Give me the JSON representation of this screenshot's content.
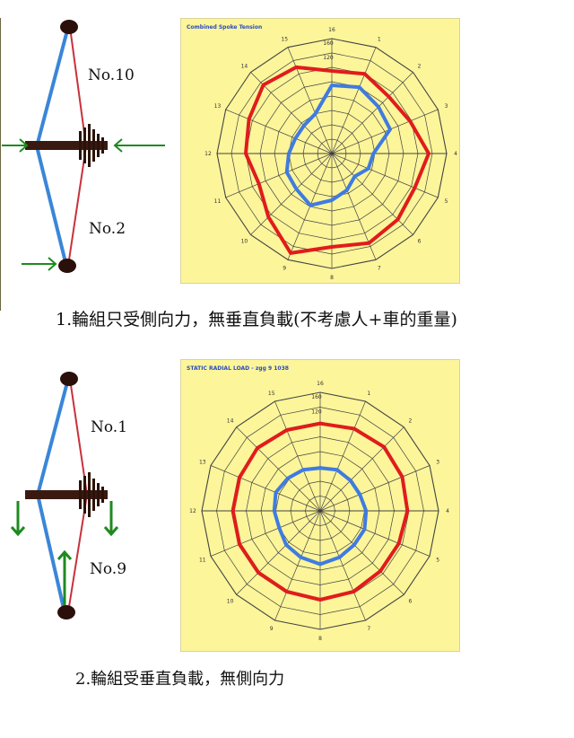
{
  "section1": {
    "spoke_top_label": "No.10",
    "spoke_bottom_label": "No.2",
    "caption": "1.輪組只受側向力，無垂直負載(不考慮人+車的重量)",
    "chart_title": "Combined Spoke Tension"
  },
  "section2": {
    "spoke_top_label": "No.1",
    "spoke_bottom_label": "No.9",
    "caption": "2.輪組受垂直負載，無側向力",
    "chart_title": "STATIC RADIAL LOAD - zgg 9 1038"
  },
  "colors": {
    "chart_bg": "#fcf59a",
    "red": "#e01c1c",
    "blue": "#3f7be0",
    "spoke_blue": "#3a86d8",
    "spoke_red": "#c8323a",
    "arrow_green": "#1f8a1f",
    "hub": "#3a1a10"
  },
  "chart_data": [
    {
      "type": "radar",
      "title": "Combined Spoke Tension",
      "rmax": 160,
      "ring_labels": [
        "160",
        "120"
      ],
      "spoke_labels": [
        "16",
        "1",
        "2",
        "3",
        "4",
        "5",
        "6",
        "7",
        "8",
        "9",
        "10",
        "11",
        "12",
        "13",
        "14",
        "15"
      ],
      "series": [
        {
          "color": "#e01c1c",
          "values": [
            115,
            120,
            112,
            118,
            135,
            125,
            130,
            135,
            130,
            150,
            125,
            110,
            120,
            125,
            135,
            130
          ]
        },
        {
          "color": "#3f7be0",
          "values": [
            95,
            100,
            92,
            88,
            58,
            55,
            45,
            55,
            65,
            78,
            70,
            68,
            60,
            55,
            55,
            60
          ]
        }
      ]
    },
    {
      "type": "radar",
      "title": "STATIC RADIAL LOAD - zgg 9 1038",
      "rmax": 160,
      "ring_labels": [
        "160",
        "120"
      ],
      "spoke_labels": [
        "16",
        "1",
        "2",
        "3",
        "4",
        "5",
        "6",
        "7",
        "8",
        "9",
        "10",
        "11",
        "12",
        "13",
        "14",
        "15"
      ],
      "series": [
        {
          "color": "#e01c1c",
          "values": [
            118,
            120,
            122,
            120,
            118,
            115,
            115,
            118,
            120,
            118,
            118,
            118,
            118,
            118,
            120,
            118
          ]
        },
        {
          "color": "#3f7be0",
          "values": [
            58,
            60,
            58,
            58,
            62,
            65,
            65,
            68,
            72,
            68,
            65,
            60,
            62,
            65,
            62,
            60
          ]
        }
      ]
    }
  ]
}
